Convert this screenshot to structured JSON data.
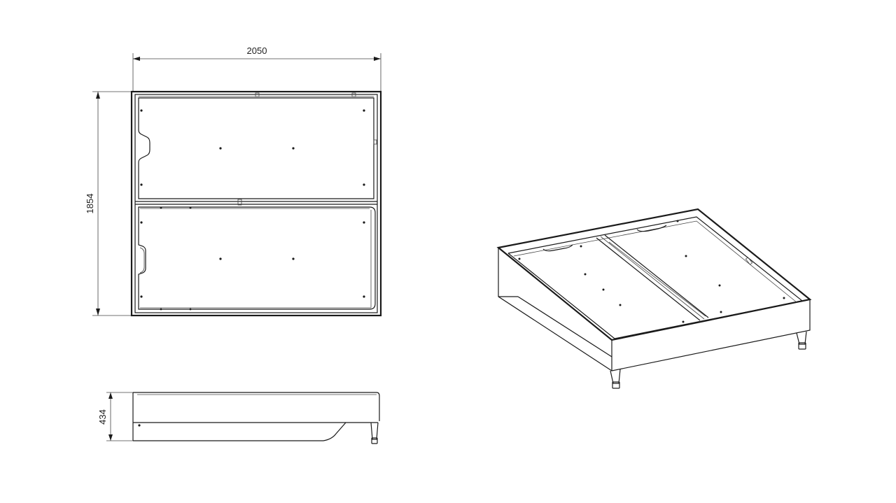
{
  "dimensions": {
    "width": "2050",
    "length": "1854",
    "height": "434"
  }
}
